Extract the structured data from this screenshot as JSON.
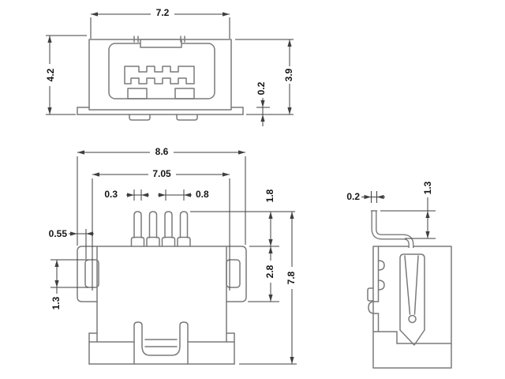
{
  "views": {
    "top": {
      "dims": {
        "width": "7.2",
        "overall_depth": "4.2",
        "body_depth": "3.9",
        "tab_thickness": "0.2"
      }
    },
    "front": {
      "dims": {
        "overall_width": "8.6",
        "shell_width": "7.05",
        "pin_width": "0.3",
        "pin_pitch": "0.8",
        "side_offset": "0.55",
        "slot_height": "1.3",
        "pin_height": "1.8",
        "flange_height": "2.8",
        "overall_height": "7.8"
      }
    },
    "side": {
      "dims": {
        "lead_thickness": "0.2",
        "lead_height": "1.3"
      }
    }
  },
  "colors": {
    "outline": "#7a7a7a",
    "dimension": "#3f3f3f",
    "text": "#161616",
    "background": "#ffffff"
  }
}
